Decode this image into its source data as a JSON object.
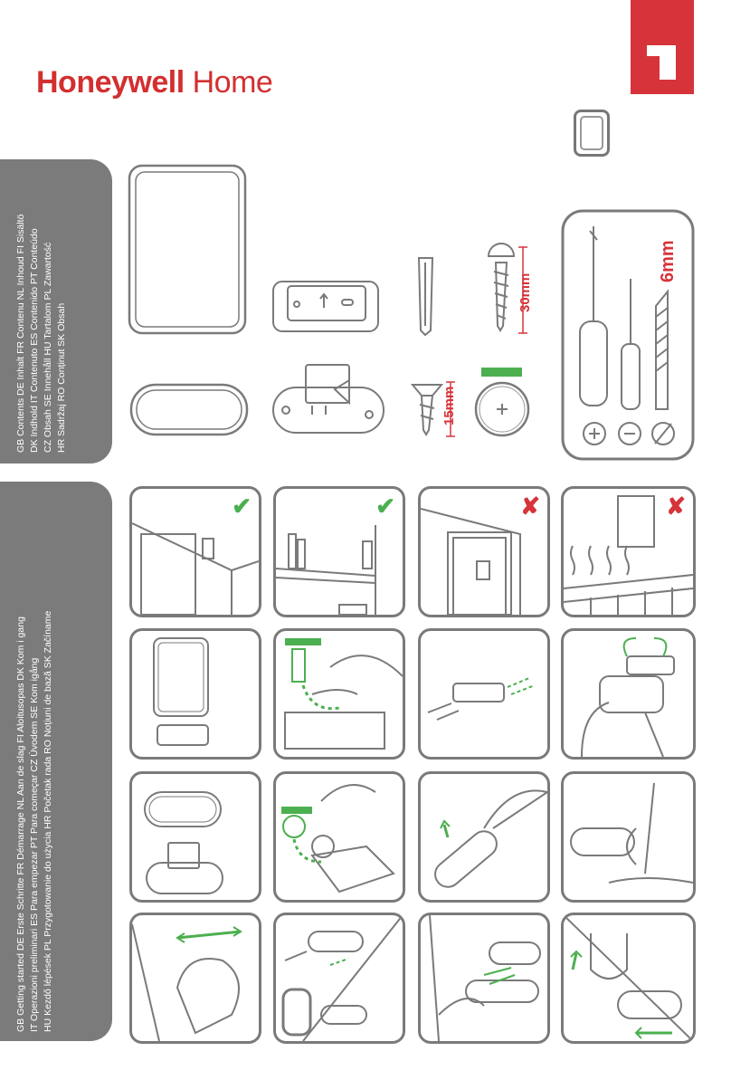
{
  "brand": {
    "name_bold": "Honeywell",
    "name_light": "Home"
  },
  "contents_tab": {
    "lines": [
      "GB Contents DE Inhalt FR Contenu NL Inhoud FI Sisältö",
      "DK Indhold IT Contenuto ES Contenido PT Conteúdo",
      "CZ Obsah SE Innehåll HU Tartalom PL Zawartość",
      "HR Sadržaj RO Conținut SK Obsah"
    ]
  },
  "getting_started_tab": {
    "lines": [
      "GB Getting started DE Erste Schritte FR Démarrage NL Aan de slag FI Aloitusopas DK Kom i gang",
      "IT Operazioni preliminari ES Para empezar PT Para começar CZ Úvodem SE Kom igång",
      "HU Kezdő lépések PL Przygotowanie do użycia HR Početak rada RO Noțiuni de bază SK Začíname"
    ]
  },
  "dimensions": {
    "screw_long": "30mm",
    "screw_short": "15mm",
    "drill": "6mm"
  },
  "marks": {
    "ok": "✔",
    "no": "✘"
  },
  "tool_symbols": [
    "⊕",
    "⊖",
    "⌀"
  ],
  "colors": {
    "brand_red": "#d6343a",
    "green": "#4caf50",
    "outline": "#7a7a7a",
    "tab_gray": "#7b7b7b"
  }
}
